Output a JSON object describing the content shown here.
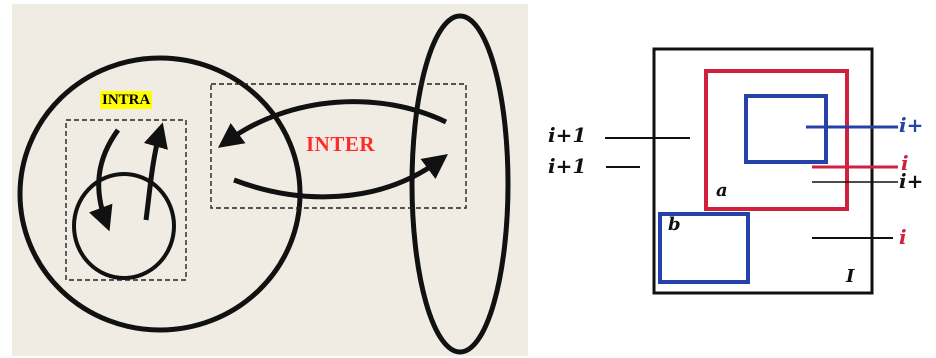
{
  "left_diagram": {
    "intra_label": "INTRA",
    "inter_label": "INTER",
    "colors": {
      "intra_highlight": "#ffff00",
      "inter_text": "#ff2b2b",
      "ink": "#111111"
    }
  },
  "right_diagram": {
    "left_labels": [
      "i+1",
      "i+1"
    ],
    "right_labels": [
      "i+",
      "i",
      "i+",
      "i"
    ],
    "region_labels": {
      "red_box": "a",
      "blue_small_box": "b",
      "outer_box": "I"
    },
    "colors": {
      "red": "#d0213f",
      "blue": "#2442a8",
      "ink": "#111111"
    }
  }
}
